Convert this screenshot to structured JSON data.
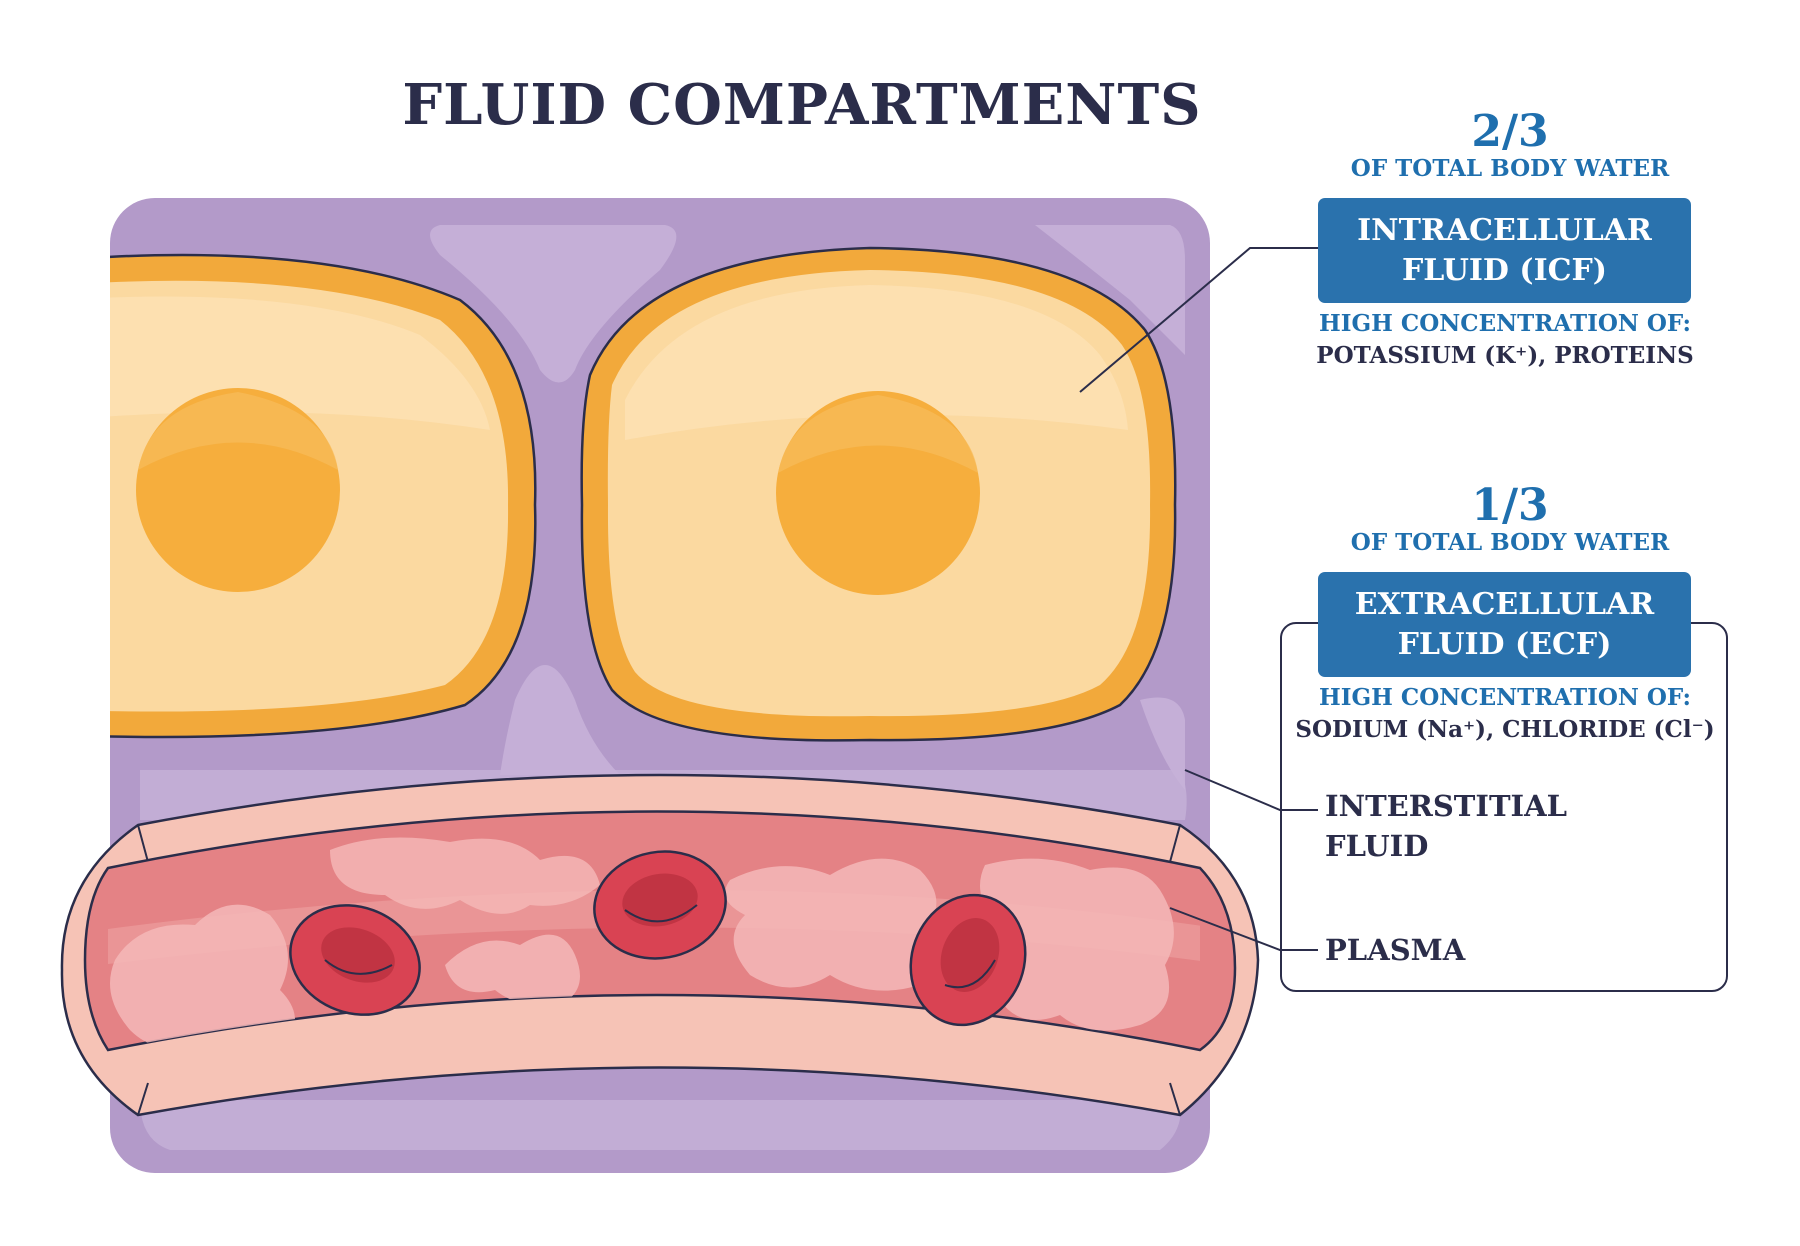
{
  "title": "FLUID COMPARTMENTS",
  "icf": {
    "fraction": "2/3",
    "fraction_caption": "OF TOTAL BODY WATER",
    "label_line1": "INTRACELLULAR",
    "label_line2": "FLUID (ICF)",
    "concentration_heading": "HIGH CONCENTRATION OF:",
    "concentration_value": "POTASSIUM (K⁺), PROTEINS"
  },
  "ecf": {
    "fraction": "1/3",
    "fraction_caption": "OF TOTAL BODY WATER",
    "label_line1": "EXTRACELLULAR",
    "label_line2": "FLUID (ECF)",
    "concentration_heading": "HIGH CONCENTRATION OF:",
    "concentration_value": "SODIUM (Na⁺), CHLORIDE (Cl⁻)"
  },
  "labels": {
    "interstitial_line1": "INTERSTITIAL",
    "interstitial_line2": "FLUID",
    "plasma": "PLASMA"
  },
  "colors": {
    "interstitial": "#b39ac9",
    "cell_fill": "#fbd9a0",
    "cell_border": "#f2a93b",
    "nucleus": "#f6ae3d",
    "vessel_wall": "#f6c3b6",
    "plasma": "#e48285",
    "red_blood_cell": "#d94353",
    "label_box": "#2a72ad",
    "text_dark": "#2b2d4a",
    "text_blue": "#1f6fae"
  }
}
